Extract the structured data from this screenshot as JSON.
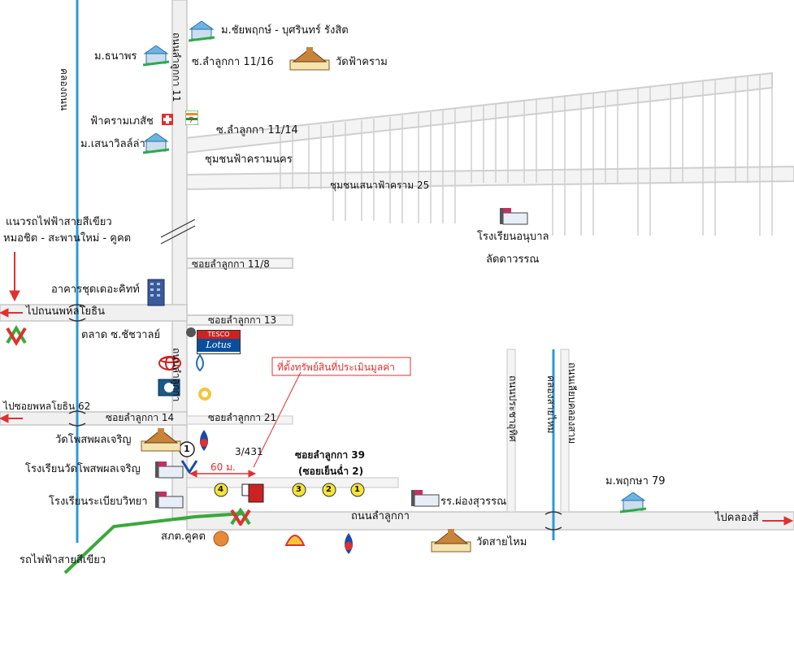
{
  "title_labels": {
    "house_chayaphruk": "ม.ชัยพฤกษ์ - บุศรินทร์ รังสิต",
    "house_thanaphon": "ม.ธนาพร",
    "soi_11_16": "ซ.ลำลูกกา 11/16",
    "wat_fakhram": "วัดฟ้าคราม",
    "pharmacy": "ฟ้าครามเภสัช",
    "house_senaville": "ม.เสนาวิลล์ล่า",
    "soi_11_14": "ซ.ลำลูกกา 11/14",
    "community_fakhram": "ชุมชนฟ้าครามนคร",
    "community_sena": "ชุมชนเสนาฟ้าคราม 25",
    "school_anuban_1": "โรงเรียนอนุบาล",
    "school_anuban_2": "ลัดดาวรรณ",
    "bts_green_1": "แนวรถไฟฟ้าสายสีเขียว",
    "bts_green_2": "หมอชิต - สะพานใหม่ - คูคต",
    "soi_11_8": "ซอยลำลูกกา 11/8",
    "condo": "อาคารชุดเดอะคิทท์",
    "to_phahon": "ไปถนนพหลโยธิน",
    "soi_13": "ซอยลำลูกกา 13",
    "market": "ตลาด ซ.ชัชวาลย์",
    "tesco": "TESCO",
    "lotus": "Lotus",
    "subject_property": "ที่ตั้งทรัพย์สินที่ประเมินมูลค่า",
    "to_phahon_62": "ไปซอยพหลโยธิน 62",
    "soi_14": "ซอยลำลูกกา 14",
    "soi_21": "ซอยลำลูกกา 21",
    "wat_phosop": "วัดโพสพผลเจริญ",
    "house_no": "3/431",
    "soi_39": "ซอยลำลูกกา 39",
    "soi_39_alt": "(ซอยเย็นฉ่ำ 2)",
    "school_phosop": "โรงเรียนวัดโพสพผลเจริญ",
    "distance": "60 ม.",
    "school_rabiab": "โรงเรียนระเบียบวิทยา",
    "school_pongsuwan": "รร.ผ่องสุวรรณ",
    "road_lamlukka": "ถนนลำลูกกา",
    "house_pruksa": "ม.พฤกษา 79",
    "to_khlong4": "ไปคลองสี่",
    "police": "สภต.คูคต",
    "wat_saimai": "วัดสายไหม",
    "bts_green_3": "รถไฟฟ้าสายสีเขียว"
  },
  "vertical_labels": {
    "khlong_thanon": "คลองถนน",
    "road_lamlukka_v1": "ถนนลำลูกกา 11",
    "road_lamlukka_v2": "ถนนลำลูกกา",
    "road_prachauthit": "ถนนประชาอุทิศ",
    "khlong_saimai": "คลองสายไหม",
    "road_liap_khlong": "ถนนเลียบคลองสาม"
  },
  "markers": {
    "m1": "1",
    "m2": "2",
    "m3": "3",
    "m4": "4",
    "m_left": "1"
  },
  "colors": {
    "road": "#e8e8e8",
    "road_edge": "#c8c8c8",
    "canal": "#2a9ad8",
    "bts": "#3aa83a",
    "arrow": "#e03030",
    "marker_yellow": "#f5e33a",
    "property": "#cc2222"
  }
}
